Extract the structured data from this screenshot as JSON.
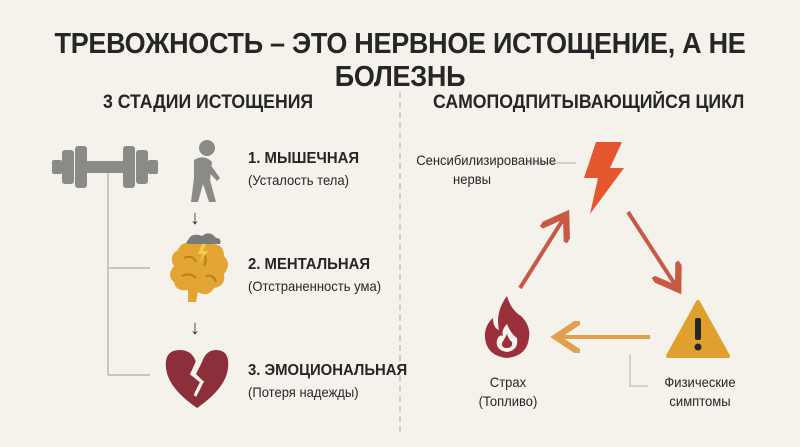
{
  "title": "ТРЕВОЖНОСТЬ – ЭТО НЕРВНОЕ ИСТОЩЕНИЕ, А НЕ БОЛЕЗНЬ",
  "left": {
    "heading": "3 СТАДИИ ИСТОЩЕНИЯ",
    "stages": [
      {
        "title": "1. МЫШЕЧНАЯ",
        "subtitle": "(Усталость тела)",
        "icon": "tired-person-icon"
      },
      {
        "title": "2. МЕНТАЛЬНАЯ",
        "subtitle": "(Отстраненность ума)",
        "icon": "brain-storm-icon"
      },
      {
        "title": "3. ЭМОЦИОНАЛЬНАЯ",
        "subtitle": "(Потеря надежды)",
        "icon": "broken-heart-icon"
      }
    ],
    "arrow": "↓"
  },
  "right": {
    "heading": "САМОПОДПИТЫВАЮЩИЙСЯ ЦИКЛ",
    "nodes": {
      "top_line1": "Сенсибилизированные",
      "top_line2": "нервы",
      "left_line1": "Страх",
      "left_line2": "(Топливо)",
      "right_line1": "Физические",
      "right_line2": "симптомы"
    }
  },
  "colors": {
    "text": "#262626",
    "gray_icon": "#8a8a86",
    "brain": "#e2a532",
    "heart": "#8b2f3b",
    "bolt": "#e4572e",
    "warning": "#e0a02e",
    "flame": "#9b2f3c",
    "arrow_red": "#c85a45",
    "arrow_orange": "#e0a050",
    "connector": "#c8c6c0"
  }
}
